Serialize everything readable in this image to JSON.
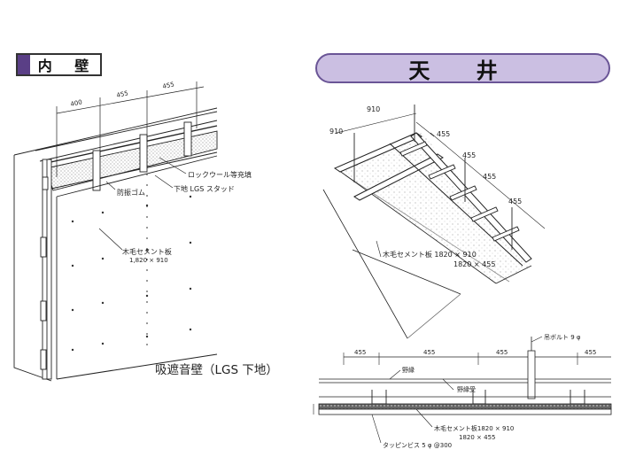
{
  "headers": {
    "wall": "内 壁",
    "ceiling": "天 井"
  },
  "wall": {
    "dims": [
      "400",
      "455",
      "455"
    ],
    "labels": {
      "rockwool": "ロックウール等充填",
      "rubber": "防振ゴム",
      "stud": "下地 LGS スタッド",
      "board": "木毛セメント板",
      "board_size": "1,820 × 910"
    },
    "caption": "吸遮音壁（LGS 下地）"
  },
  "ceiling_iso": {
    "dims_left": [
      "910",
      "910"
    ],
    "dims_right": [
      "455",
      "455",
      "455",
      "455"
    ],
    "board_label": "木毛セメント板 1820 × 910",
    "board_label2": "1820 × 455"
  },
  "ceiling_section": {
    "dims": [
      "455",
      "455",
      "455",
      "455"
    ],
    "labels": {
      "bolt": "吊ボルト 9 φ",
      "nobuchi": "野縁",
      "nobuchiuke": "野縁受",
      "board": "木毛セメント板1820 × 910",
      "board2": "1820 × 455",
      "screw": "タッピンビス 5 φ @300"
    }
  }
}
